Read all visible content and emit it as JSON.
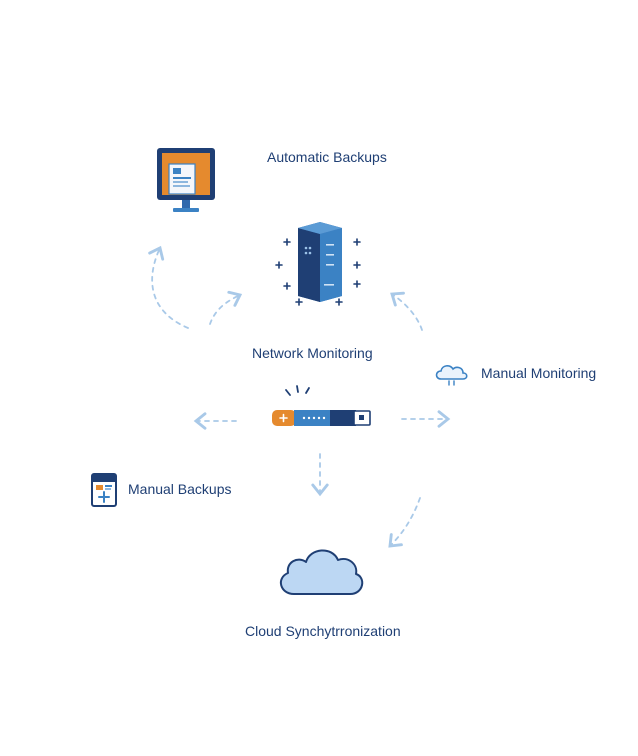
{
  "diagram": {
    "labels": {
      "automatic_backups": "Automatic Backups",
      "network_monitoring": "Network Monitoring",
      "manual_monitoring": "Manual Monitoring",
      "manual_backups": "Manual Backups",
      "cloud_sync": "Cloud Synchytrronization"
    },
    "icons": {
      "monitor": "desktop-monitor-icon",
      "server": "server-tower-icon",
      "usb": "usb-drive-icon",
      "small_cloud": "cloud-rain-icon",
      "document": "document-icon",
      "cloud": "cloud-icon"
    },
    "colors": {
      "navy": "#1f3f74",
      "blue": "#3b82c4",
      "orange": "#e58a2e",
      "arrow": "#a9c9e8",
      "cloud_fill": "#bcd7f3"
    }
  }
}
